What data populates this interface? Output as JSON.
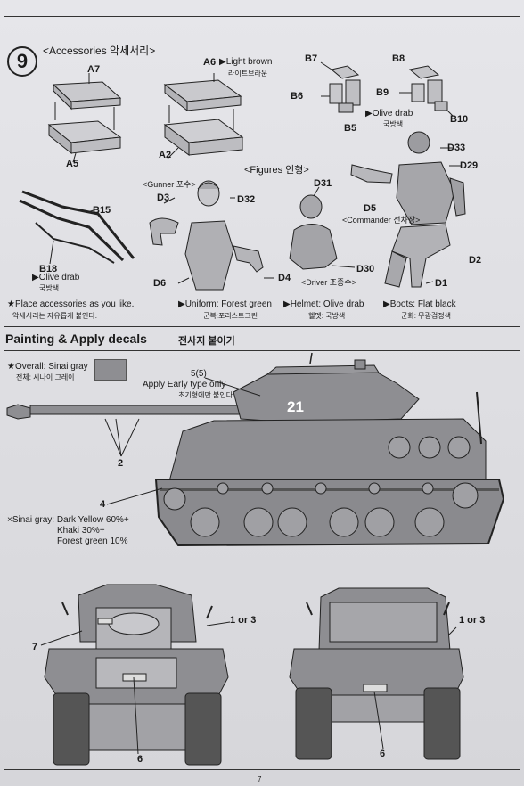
{
  "step": {
    "number": "9",
    "title": "<Accessories 악세서리>"
  },
  "parts": {
    "A7": "A7",
    "A5": "A5",
    "A6": "A6",
    "A2": "A2",
    "B7": "B7",
    "B6": "B6",
    "B5": "B5",
    "B8": "B8",
    "B9": "B9",
    "B10": "B10",
    "B15": "B15",
    "B18": "B18",
    "D3": "D3",
    "D32": "D32",
    "D6": "D6",
    "D4": "D4",
    "D31": "D31",
    "D30": "D30",
    "D33": "D33",
    "D29": "D29",
    "D5": "D5",
    "D2": "D2",
    "D1": "D1"
  },
  "colors": {
    "light_brown": "▶Light brown",
    "light_brown_kr": "라이트브라운",
    "olive_drab_b": "▶Olive drab",
    "olive_drab_b_kr": "국방색",
    "olive_drab_left": "▶Olive drab",
    "olive_drab_left_kr": "국방색"
  },
  "figures": {
    "title": "<Figures 인형>",
    "gunner": "<Gunner 포수>",
    "driver": "<Driver 조종수>",
    "commander": "<Commander 전차장>"
  },
  "notes": {
    "place_accessories": "★Place accessories as you like.",
    "place_accessories_kr": "악세서리는 자유롭게 붙인다.",
    "uniform": "▶Uniform: Forest green",
    "uniform_kr": "군복:포리스트그린",
    "helmet": "▶Helmet: Olive drab",
    "helmet_kr": "헬멧: 국방색",
    "boots": "▶Boots: Flat black",
    "boots_kr": "군화: 무광검정색"
  },
  "painting": {
    "title": "Painting & Apply decals",
    "title_kr": "전사지 붙이기",
    "overall": "★Overall: Sinai gray",
    "overall_kr": "전체: 시나이 그레이",
    "swatch_color": "#8e8e92",
    "decal_5": "5(5)",
    "apply_early": "Apply Early type only",
    "apply_early_kr": "초기형에만 붙인다.",
    "decal_2": "2",
    "decal_4": "4",
    "decal_7": "7",
    "decal_1or3_left": "1 or 3",
    "decal_1or3_right": "1 or 3",
    "decal_6_left": "6",
    "decal_6_right": "6",
    "turret_number": "21",
    "mix_1": "×Sinai gray: Dark Yellow 60%+",
    "mix_2": "Khaki 30%+",
    "mix_3": "Forest green 10%"
  },
  "page_number": "7"
}
